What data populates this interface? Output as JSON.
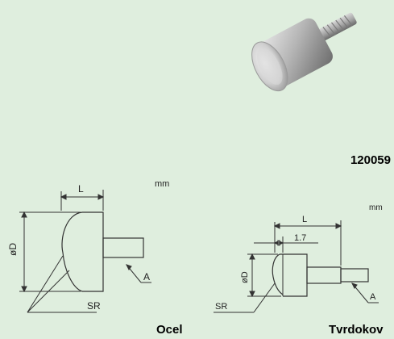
{
  "product_code": "120059",
  "unit_left": "mm",
  "unit_right": "mm",
  "material_left": "Ocel",
  "material_right": "Tvrdokov",
  "drawing_left": {
    "label_length": "L",
    "label_diameter": "øD",
    "label_radius": "SR",
    "label_thread": "A"
  },
  "drawing_right": {
    "label_length": "L",
    "label_offset": "1.7",
    "label_diameter": "øD",
    "label_radius": "SR",
    "label_thread": "A"
  },
  "colors": {
    "background": "#dfeede",
    "metal_light": "#e6e6e6",
    "metal_dark": "#8c8c8c"
  }
}
